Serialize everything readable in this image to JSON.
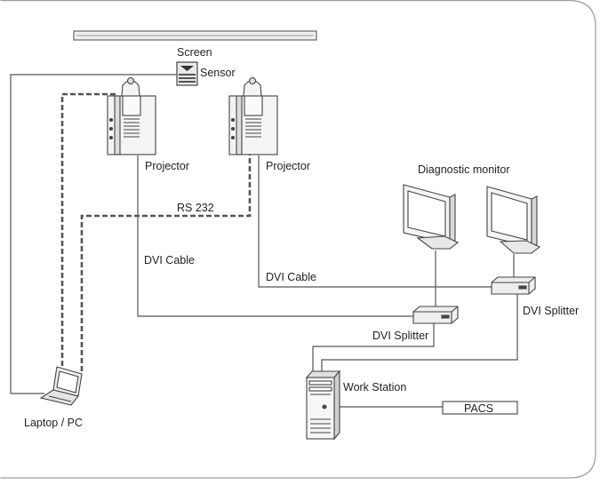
{
  "labels": {
    "screen": "Screen",
    "sensor": "Sensor",
    "projector_left": "Projector",
    "projector_right": "Projector",
    "diagnostic_monitor": "Diagnostic monitor",
    "rs232": "RS 232",
    "dvi_cable_left": "DVI Cable",
    "dvi_cable_right": "DVI Cable",
    "dvi_splitter_right": "DVI Splitter",
    "dvi_splitter_center": "DVI Splitter",
    "work_station": "Work Station",
    "pacs": "PACS",
    "laptop_pc": "Laptop / PC"
  },
  "colors": {
    "border": "#9a9a9a",
    "line": "#555555",
    "device_fill": "#f2f2f2",
    "device_stroke": "#444444"
  }
}
